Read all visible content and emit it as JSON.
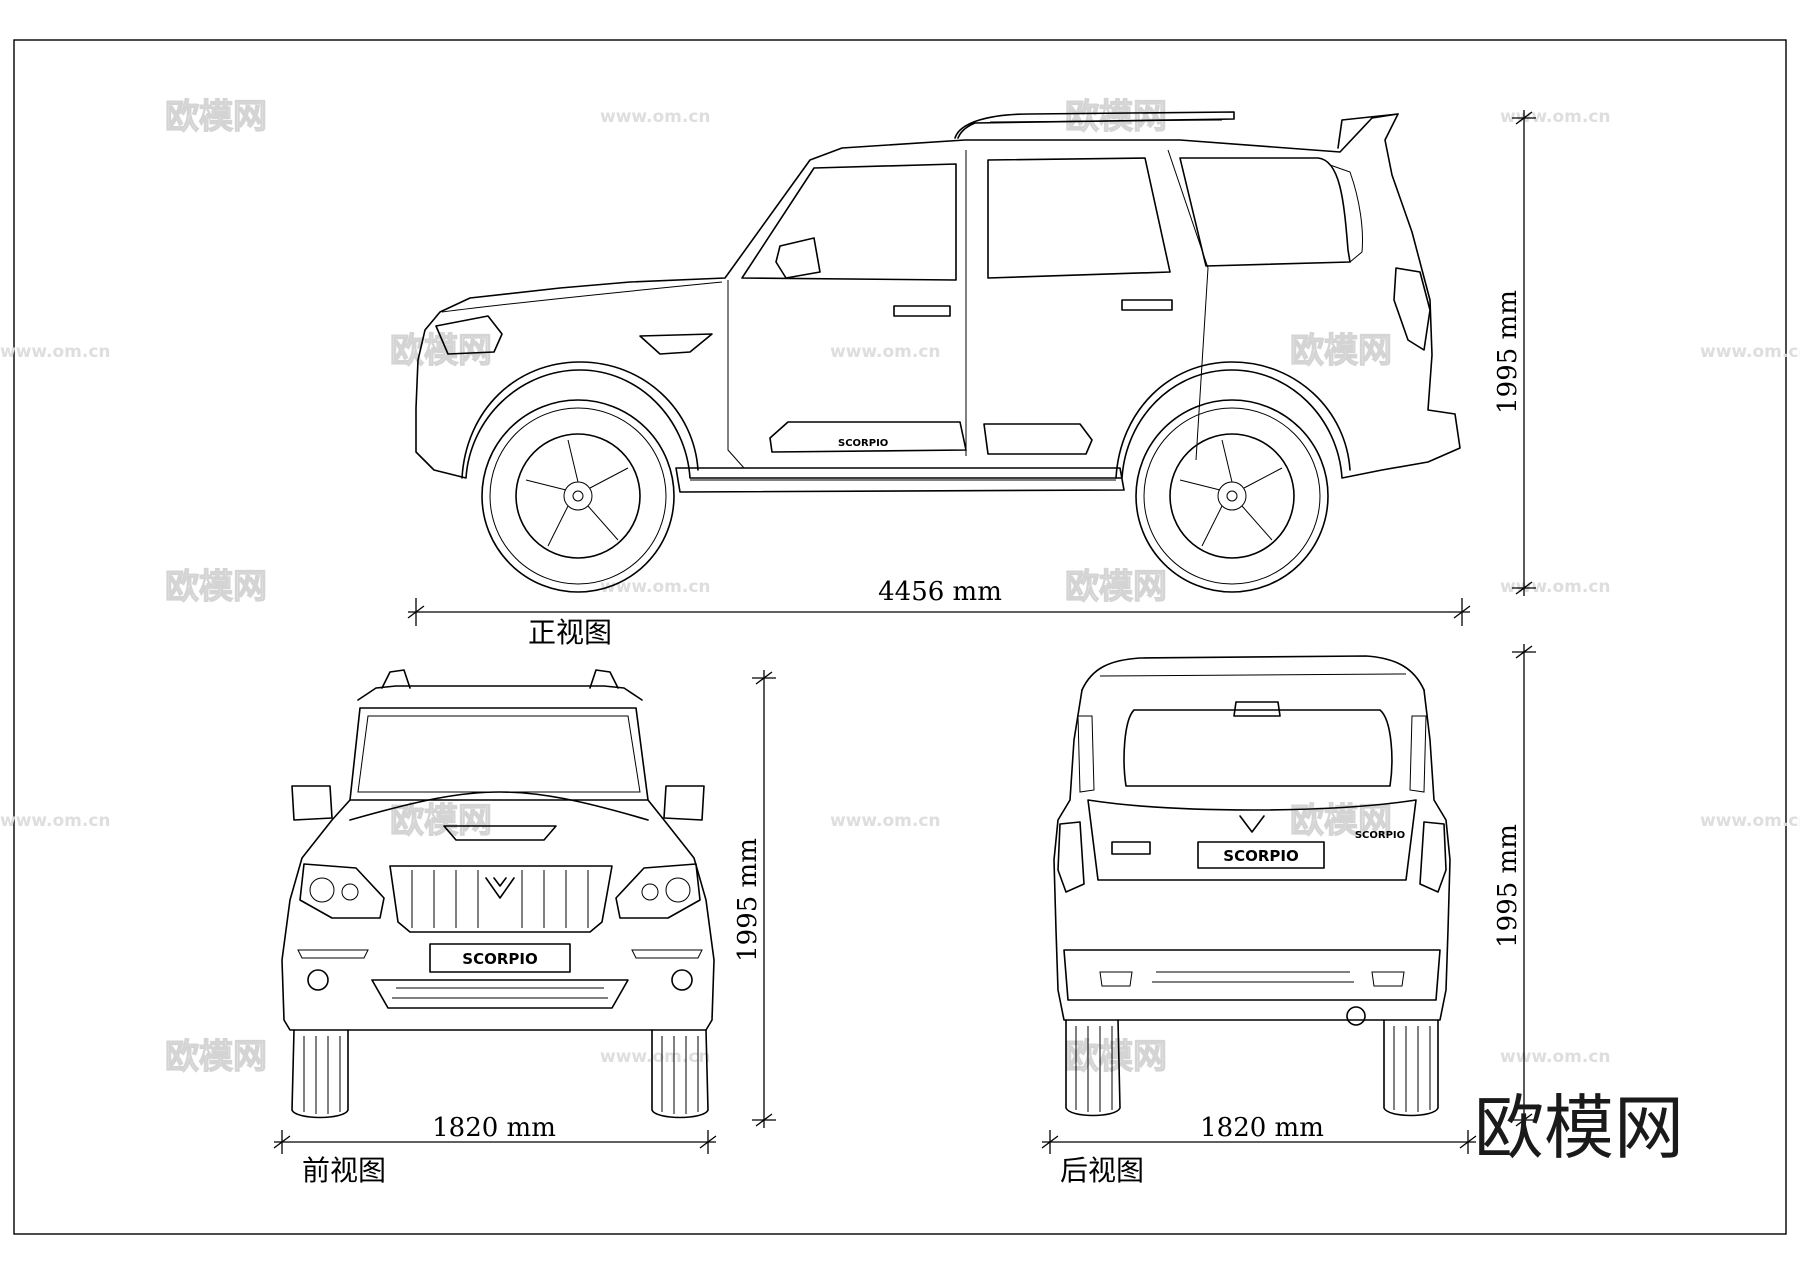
{
  "watermark": {
    "brand": "欧模网",
    "url": "www.om.cn",
    "corner_logo": "欧模网"
  },
  "views": {
    "side": {
      "caption": "正视图",
      "length_label": "4456 mm",
      "height_label": "1995 mm",
      "door_badge": "SCORPIO"
    },
    "front": {
      "caption": "前视图",
      "width_label": "1820 mm",
      "height_label": "1995 mm",
      "plate": "SCORPIO"
    },
    "rear": {
      "caption": "后视图",
      "width_label": "1820 mm",
      "height_label": "1995 mm",
      "plate": "SCORPIO",
      "badge": "SCORPIO"
    }
  },
  "colors": {
    "line": "#000000",
    "background": "#ffffff",
    "watermark": "#d4d4d4"
  }
}
